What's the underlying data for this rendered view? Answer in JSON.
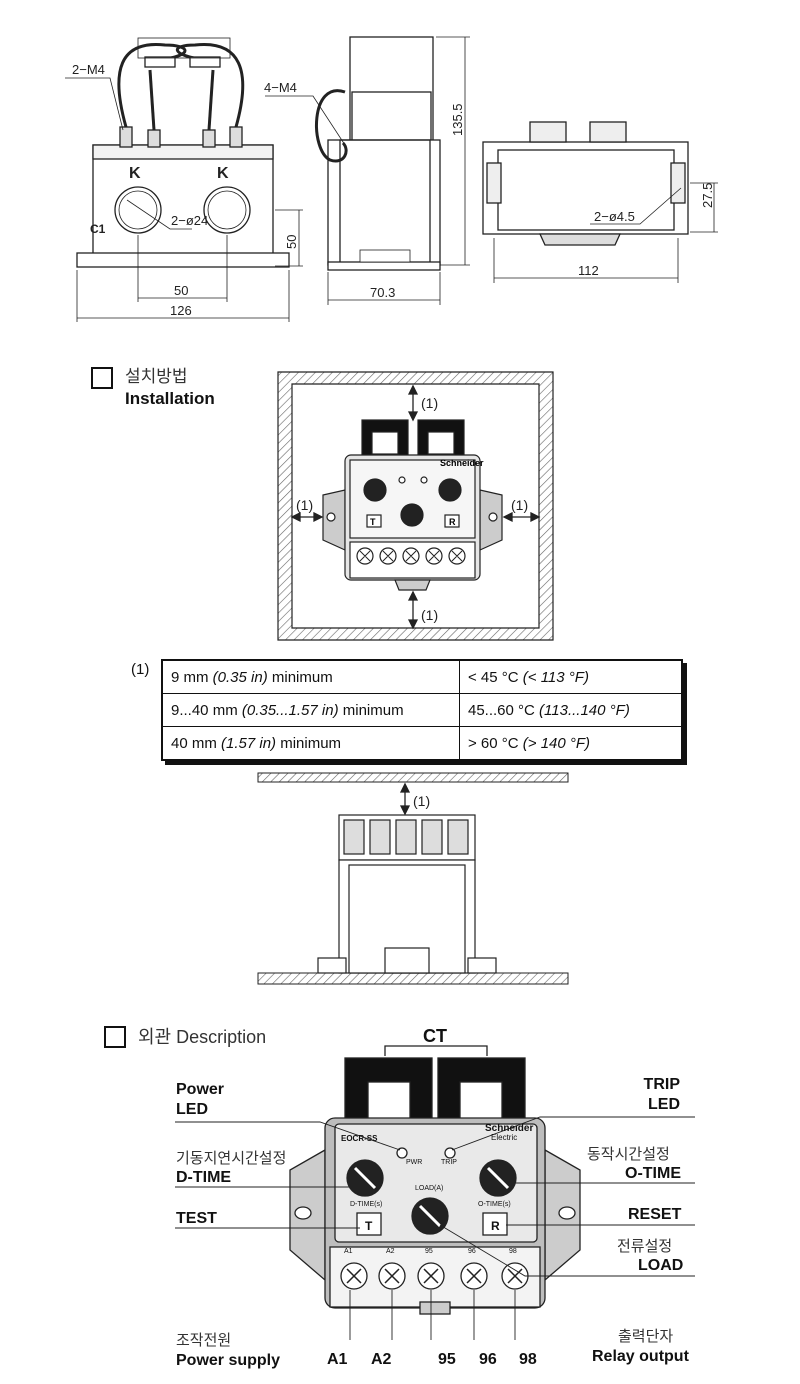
{
  "dimensions": {
    "front_screw_label": "2−M4",
    "front_hole_label": "2−ø24",
    "front_width": "126",
    "front_spacing": "50",
    "front_height": "50",
    "front_ct1": "C1",
    "front_ct2": "K",
    "front_ct3": "K",
    "side_screw_label": "4−M4",
    "side_depth": "70.3",
    "side_height": "135.5",
    "top_hole_label": "2−ø4.5",
    "top_width": "112",
    "top_height": "27.5"
  },
  "installation": {
    "title_ko": "설치방법",
    "title_en": "Installation",
    "clearance_label": "(1)",
    "table_ref": "(1)",
    "rows": [
      {
        "distance": "9 mm ",
        "distance_inch": "(0.35 in)",
        "suffix": " minimum",
        "temp": "< 45 °C ",
        "temp_f": "(< 113 °F)"
      },
      {
        "distance": "9...40 mm ",
        "distance_inch": "(0.35...1.57 in)",
        "suffix": " minimum",
        "temp": "45...60 °C ",
        "temp_f": "(113...140 °F)"
      },
      {
        "distance": "40 mm ",
        "distance_inch": "(1.57 in)",
        "suffix": " minimum",
        "temp": "> 60 °C ",
        "temp_f": "(> 140 °F)"
      }
    ]
  },
  "description": {
    "title_ko": "외관",
    "title_en": "Description",
    "ct_label": "CT",
    "brand": "Schneider",
    "brand_sub": "Electric",
    "model": "EOCR-SS",
    "pwr_label": "PWR",
    "trip_label": "TRIP",
    "dtime_label": "D-TIME(s)",
    "otime_label": "O-TIME(s)",
    "load_label": "LOAD(A)",
    "test_btn": "T",
    "reset_btn": "R",
    "callouts": {
      "power_led_1": "Power",
      "power_led_2": "LED",
      "trip_led_1": "TRIP",
      "trip_led_2": "LED",
      "dtime_ko": "기동지연시간설정",
      "dtime_en": "D-TIME",
      "otime_ko": "동작시간설정",
      "otime_en": "O-TIME",
      "test": "TEST",
      "reset": "RESET",
      "load_ko": "전류설정",
      "load_en": "LOAD",
      "power_supply_ko": "조작전원",
      "power_supply_en": "Power supply",
      "relay_ko": "출력단자",
      "relay_en": "Relay output"
    },
    "terminals": [
      "A1",
      "A2",
      "95",
      "96",
      "98"
    ],
    "terminal_marks": [
      "A1",
      "A2",
      "95",
      "96",
      "98"
    ]
  }
}
